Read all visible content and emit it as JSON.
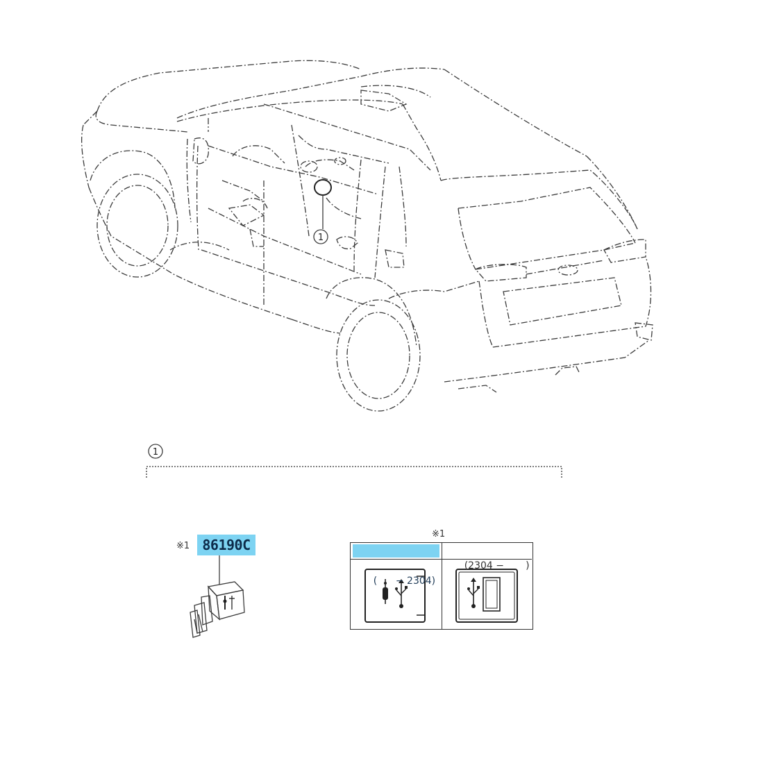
{
  "callout": {
    "number": "1"
  },
  "part": {
    "ref_mark": "※1",
    "number": "86190C"
  },
  "variants": {
    "ref_mark": "※1",
    "columns": [
      {
        "range": "(      − 2304)",
        "icon": "usb-aux-socket-icon",
        "highlighted": true
      },
      {
        "range": "(2304 −       )",
        "icon": "usb-port-socket-icon",
        "highlighted": false
      }
    ]
  },
  "colors": {
    "highlight": "#7dd3f2",
    "line": "#333333"
  }
}
